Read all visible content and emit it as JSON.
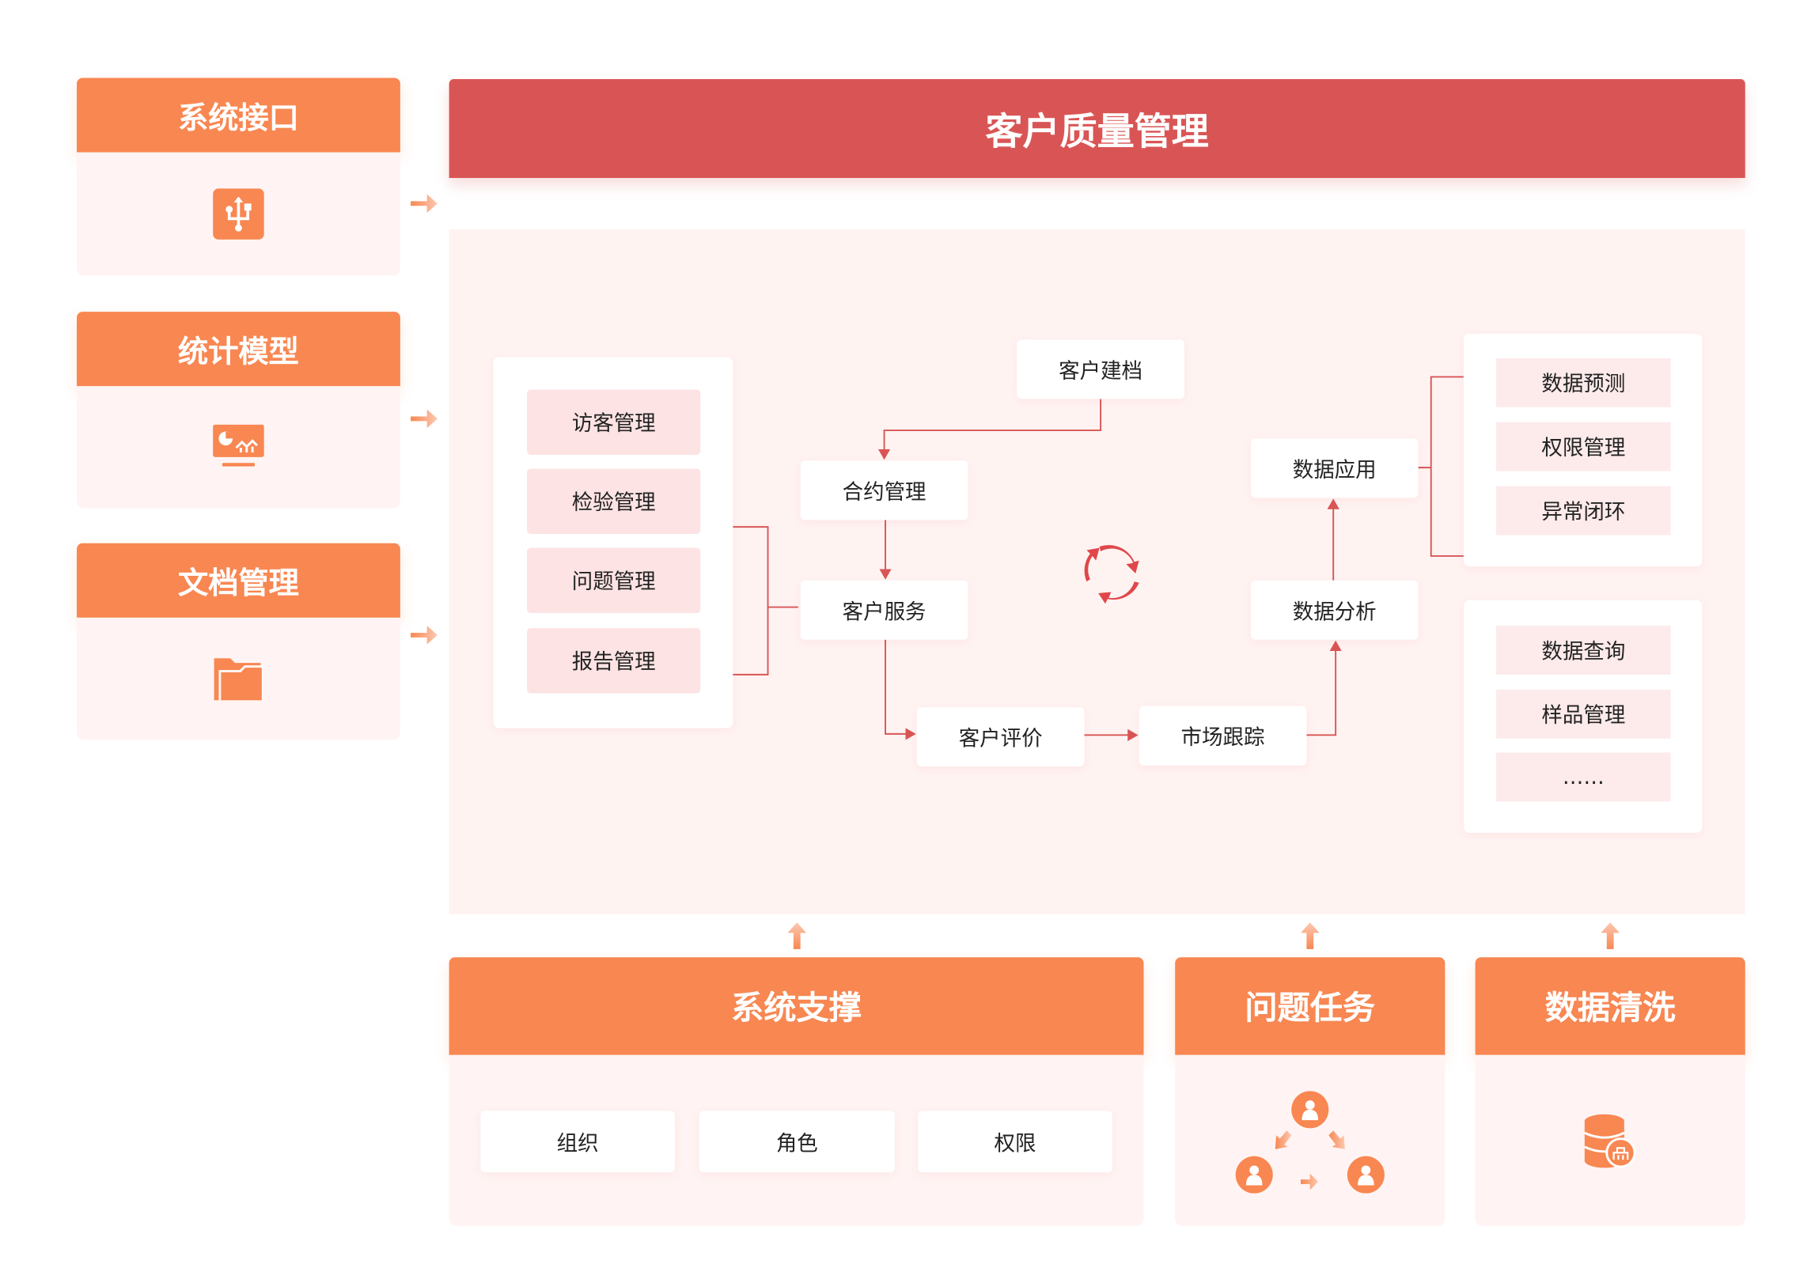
{
  "left_modules": [
    {
      "title": "系统接口",
      "icon": "usb-icon"
    },
    {
      "title": "统计模型",
      "icon": "chart-monitor-icon"
    },
    {
      "title": "文档管理",
      "icon": "folder-icon"
    }
  ],
  "title": "客户质量管理",
  "management_items": [
    "访客管理",
    "检验管理",
    "问题管理",
    "报告管理"
  ],
  "flow": {
    "archive": "客户建档",
    "contract": "合约管理",
    "service": "客户服务",
    "evaluation": "客户评价",
    "tracking": "市场跟踪",
    "analysis": "数据分析",
    "application": "数据应用"
  },
  "right_group1": [
    "数据预测",
    "权限管理",
    "异常闭环"
  ],
  "right_group2": [
    "数据查询",
    "样品管理",
    "……"
  ],
  "bottom": {
    "support": {
      "title": "系统支撑",
      "items": [
        "组织",
        "角色",
        "权限"
      ]
    },
    "tasks": {
      "title": "问题任务"
    },
    "cleaning": {
      "title": "数据清洗"
    }
  },
  "colors": {
    "orange": "#f88752",
    "red": "#d95555",
    "panel": "#fff3f2",
    "pink": "#fde3e3"
  }
}
